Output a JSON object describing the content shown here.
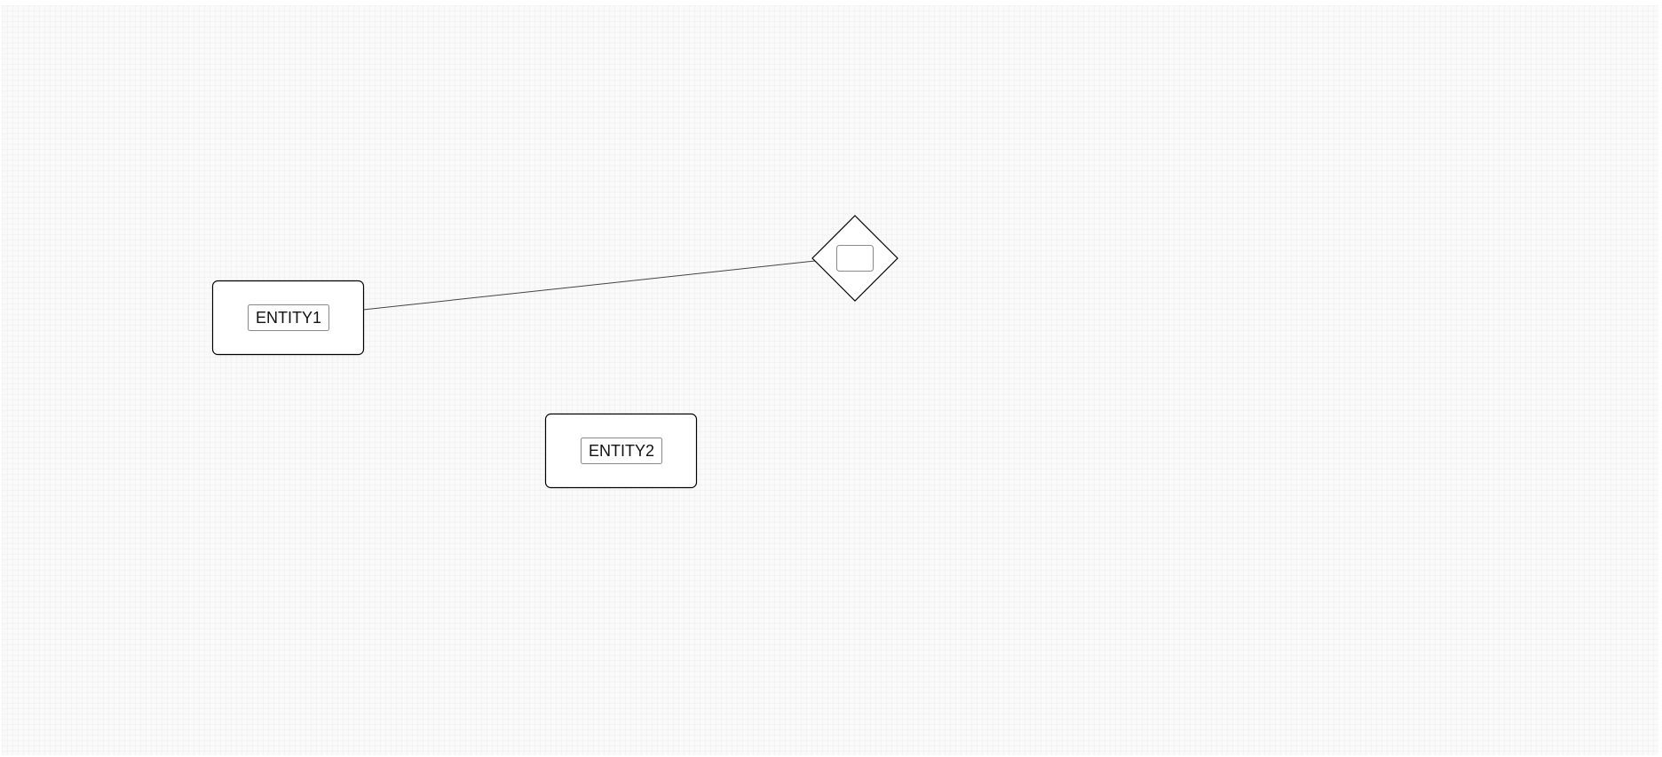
{
  "diagram": {
    "entities": [
      {
        "id": "entity1",
        "label": "ENTITY1"
      },
      {
        "id": "entity2",
        "label": "ENTITY2"
      }
    ],
    "relationships": [
      {
        "id": "relationship1",
        "label": ""
      }
    ],
    "connections": [
      {
        "from": "entity1",
        "to": "relationship1"
      }
    ]
  }
}
